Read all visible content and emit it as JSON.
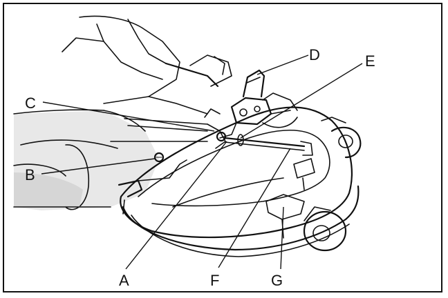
{
  "callouts": [
    {
      "id": "A",
      "label": "A"
    },
    {
      "id": "B",
      "label": "B"
    },
    {
      "id": "C",
      "label": "C"
    },
    {
      "id": "D",
      "label": "D"
    },
    {
      "id": "E",
      "label": "E"
    },
    {
      "id": "F",
      "label": "F"
    },
    {
      "id": "G",
      "label": "G"
    }
  ],
  "colors": {
    "ink": "#111111",
    "shade": "#e8e8e8",
    "background": "#ffffff"
  }
}
